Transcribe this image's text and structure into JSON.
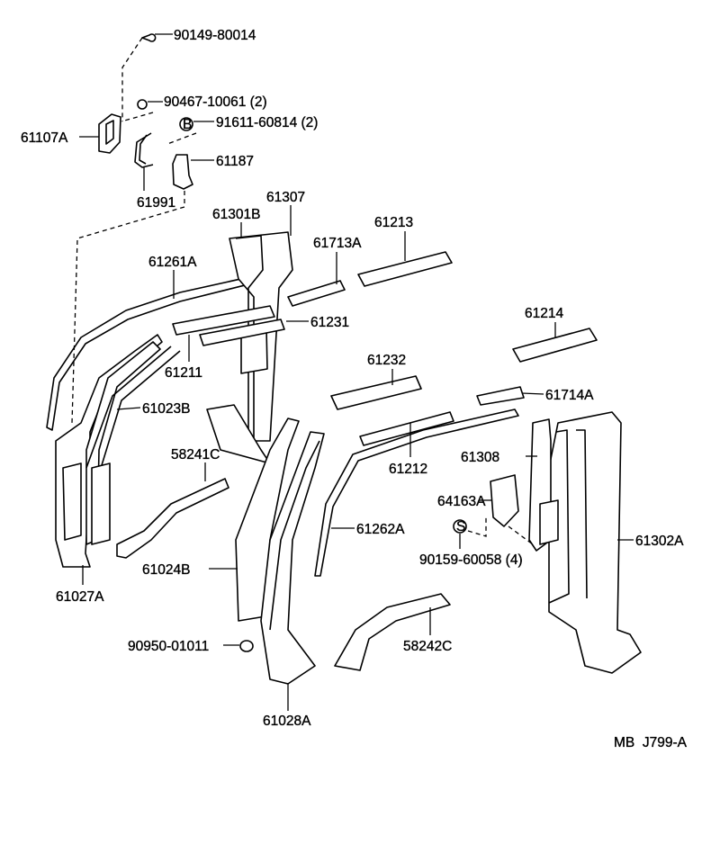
{
  "diagram": {
    "code": "MB  J799-A",
    "parts": [
      {
        "id": "90149-80014"
      },
      {
        "id": "90467-10061 (2)"
      },
      {
        "id": "91611-60814 (2)",
        "symbol": "B"
      },
      {
        "id": "61107A"
      },
      {
        "id": "61187"
      },
      {
        "id": "61991"
      },
      {
        "id": "61307"
      },
      {
        "id": "61301B"
      },
      {
        "id": "61213"
      },
      {
        "id": "61713A"
      },
      {
        "id": "61261A"
      },
      {
        "id": "61231"
      },
      {
        "id": "61214"
      },
      {
        "id": "61211"
      },
      {
        "id": "61023B"
      },
      {
        "id": "61232"
      },
      {
        "id": "61714A"
      },
      {
        "id": "61308"
      },
      {
        "id": "58241C"
      },
      {
        "id": "61212"
      },
      {
        "id": "64163A"
      },
      {
        "id": "61262A"
      },
      {
        "id": "61302A"
      },
      {
        "id": "90159-60058 (4)",
        "symbol": "S"
      },
      {
        "id": "61024B"
      },
      {
        "id": "61027A"
      },
      {
        "id": "90950-01011"
      },
      {
        "id": "58242C"
      },
      {
        "id": "61028A"
      }
    ]
  }
}
